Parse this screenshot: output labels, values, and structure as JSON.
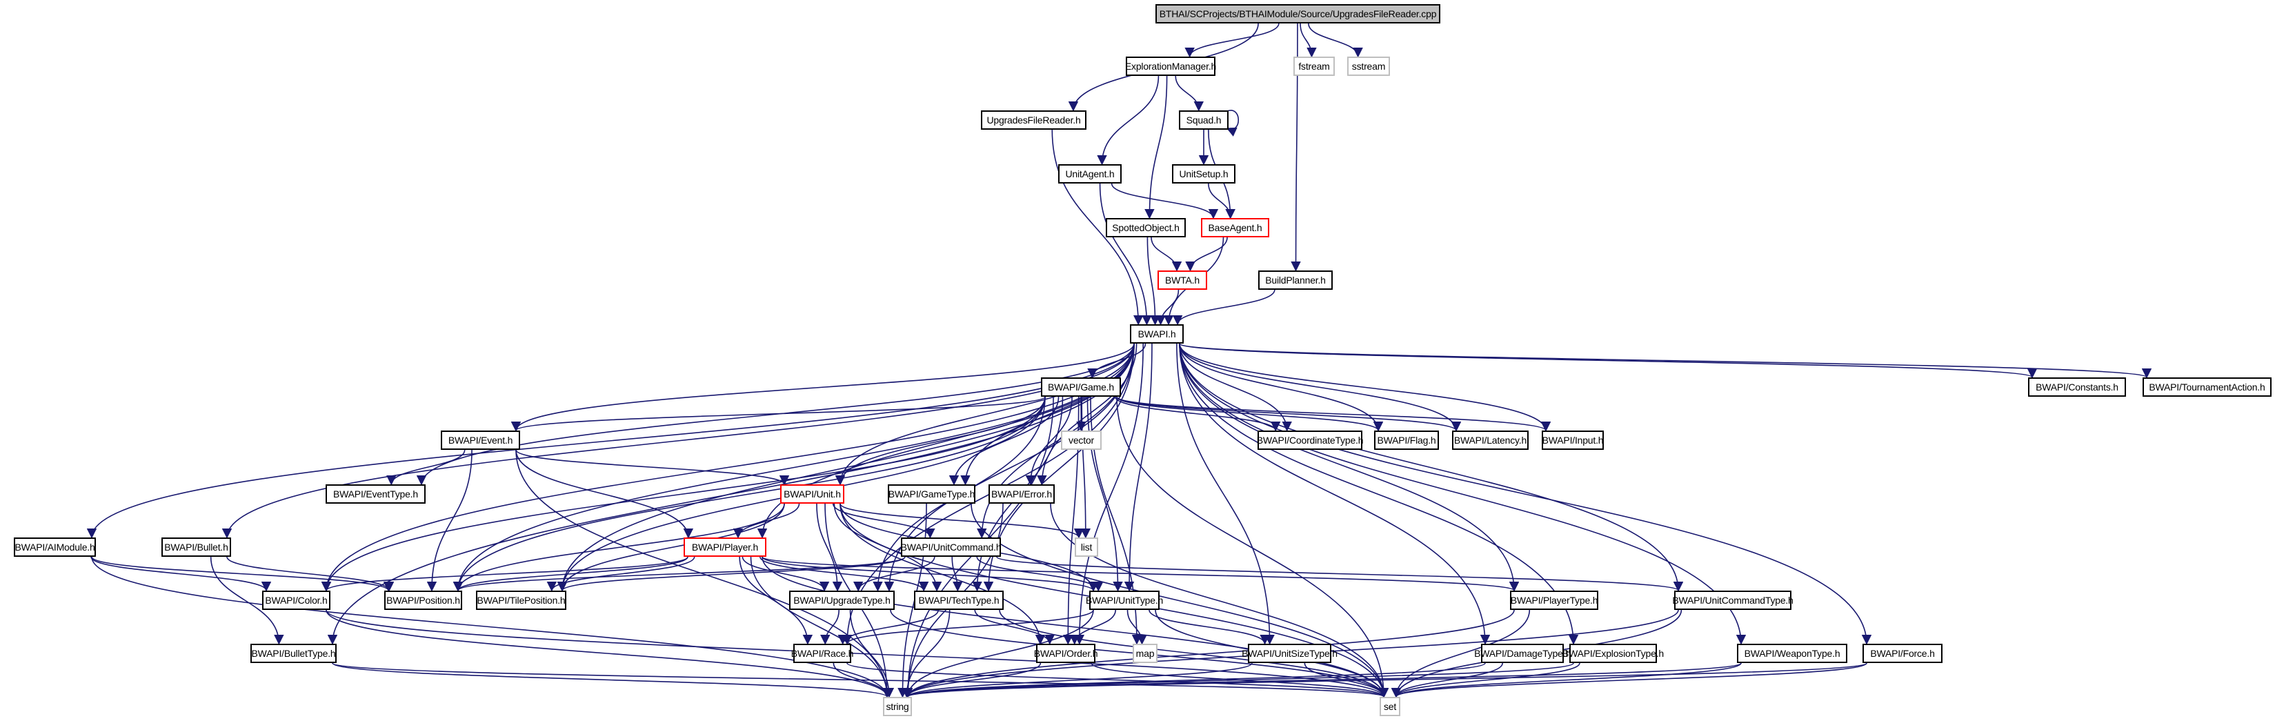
{
  "diagram": {
    "type": "include-dependency-graph",
    "edge_color": "#191970",
    "colors": {
      "root_fill": "#bfbfbf",
      "node_border": "#000000",
      "system_border": "#bfbfbf",
      "truncated_border": "#ff0000"
    },
    "nodes": {
      "root": "BTHAI/SCProjects/BTHAIModule/Source/UpgradesFileReader.cpp",
      "exploration_manager": "ExplorationManager.h",
      "fstream": "fstream",
      "sstream": "sstream",
      "upgrades_file_reader": "UpgradesFileReader.h",
      "squad": "Squad.h",
      "unit_agent": "UnitAgent.h",
      "unit_setup": "UnitSetup.h",
      "spotted_object": "SpottedObject.h",
      "base_agent": "BaseAgent.h",
      "bwta": "BWTA.h",
      "build_planner": "BuildPlanner.h",
      "bwapi": "BWAPI.h",
      "game": "BWAPI/Game.h",
      "vector": "vector",
      "coordinate_type": "BWAPI/CoordinateType.h",
      "flag": "BWAPI/Flag.h",
      "latency": "BWAPI/Latency.h",
      "input": "BWAPI/Input.h",
      "constants": "BWAPI/Constants.h",
      "tournament_action": "BWAPI/TournamentAction.h",
      "event": "BWAPI/Event.h",
      "event_type": "BWAPI/EventType.h",
      "unit": "BWAPI/Unit.h",
      "game_type": "BWAPI/GameType.h",
      "error": "BWAPI/Error.h",
      "list": "list",
      "unit_command": "BWAPI/UnitCommand.h",
      "ai_module": "BWAPI/AIModule.h",
      "bullet": "BWAPI/Bullet.h",
      "player": "BWAPI/Player.h",
      "color": "BWAPI/Color.h",
      "position": "BWAPI/Position.h",
      "tile_position": "BWAPI/TilePosition.h",
      "upgrade_type": "BWAPI/UpgradeType.h",
      "tech_type": "BWAPI/TechType.h",
      "unit_type": "BWAPI/UnitType.h",
      "player_type": "BWAPI/PlayerType.h",
      "unit_command_type": "BWAPI/UnitCommandType.h",
      "bullet_type": "BWAPI/BulletType.h",
      "race": "BWAPI/Race.h",
      "order": "BWAPI/Order.h",
      "map": "map",
      "unit_size_type": "BWAPI/UnitSizeType.h",
      "damage_type": "BWAPI/DamageType.h",
      "explosion_type": "BWAPI/ExplosionType.h",
      "weapon_type": "BWAPI/WeaponType.h",
      "force": "BWAPI/Force.h",
      "string": "string",
      "set": "set"
    },
    "edges": [
      [
        "root",
        "upgrades_file_reader"
      ],
      [
        "root",
        "exploration_manager"
      ],
      [
        "root",
        "build_planner"
      ],
      [
        "root",
        "fstream"
      ],
      [
        "root",
        "sstream"
      ],
      [
        "exploration_manager",
        "squad"
      ],
      [
        "exploration_manager",
        "unit_agent"
      ],
      [
        "exploration_manager",
        "spotted_object"
      ],
      [
        "squad",
        "squad"
      ],
      [
        "squad",
        "unit_setup"
      ],
      [
        "squad",
        "base_agent"
      ],
      [
        "unit_setup",
        "base_agent"
      ],
      [
        "unit_agent",
        "base_agent"
      ],
      [
        "unit_agent",
        "bwapi"
      ],
      [
        "spotted_object",
        "bwapi"
      ],
      [
        "spotted_object",
        "bwta"
      ],
      [
        "base_agent",
        "bwta"
      ],
      [
        "base_agent",
        "bwapi"
      ],
      [
        "bwta",
        "bwapi"
      ],
      [
        "upgrades_file_reader",
        "bwapi"
      ],
      [
        "build_planner",
        "bwapi"
      ],
      [
        "bwapi",
        "game"
      ],
      [
        "bwapi",
        "constants"
      ],
      [
        "bwapi",
        "tournament_action"
      ],
      [
        "bwapi",
        "event"
      ],
      [
        "bwapi",
        "event_type"
      ],
      [
        "bwapi",
        "unit"
      ],
      [
        "bwapi",
        "game_type"
      ],
      [
        "bwapi",
        "error"
      ],
      [
        "bwapi",
        "unit_command"
      ],
      [
        "bwapi",
        "ai_module"
      ],
      [
        "bwapi",
        "bullet"
      ],
      [
        "bwapi",
        "player"
      ],
      [
        "bwapi",
        "color"
      ],
      [
        "bwapi",
        "position"
      ],
      [
        "bwapi",
        "tile_position"
      ],
      [
        "bwapi",
        "upgrade_type"
      ],
      [
        "bwapi",
        "tech_type"
      ],
      [
        "bwapi",
        "unit_type"
      ],
      [
        "bwapi",
        "player_type"
      ],
      [
        "bwapi",
        "unit_command_type"
      ],
      [
        "bwapi",
        "bullet_type"
      ],
      [
        "bwapi",
        "race"
      ],
      [
        "bwapi",
        "order"
      ],
      [
        "bwapi",
        "unit_size_type"
      ],
      [
        "bwapi",
        "damage_type"
      ],
      [
        "bwapi",
        "explosion_type"
      ],
      [
        "bwapi",
        "weapon_type"
      ],
      [
        "bwapi",
        "force"
      ],
      [
        "bwapi",
        "coordinate_type"
      ],
      [
        "bwapi",
        "flag"
      ],
      [
        "bwapi",
        "latency"
      ],
      [
        "bwapi",
        "input"
      ],
      [
        "game",
        "vector"
      ],
      [
        "game",
        "coordinate_type"
      ],
      [
        "game",
        "flag"
      ],
      [
        "game",
        "latency"
      ],
      [
        "game",
        "input"
      ],
      [
        "game",
        "event"
      ],
      [
        "game",
        "unit"
      ],
      [
        "game",
        "game_type"
      ],
      [
        "game",
        "error"
      ],
      [
        "game",
        "list"
      ],
      [
        "game",
        "color"
      ],
      [
        "game",
        "position"
      ],
      [
        "game",
        "tile_position"
      ],
      [
        "game",
        "upgrade_type"
      ],
      [
        "game",
        "tech_type"
      ],
      [
        "game",
        "unit_type"
      ],
      [
        "game",
        "order"
      ],
      [
        "game",
        "string"
      ],
      [
        "game",
        "set"
      ],
      [
        "game",
        "map"
      ],
      [
        "event",
        "event_type"
      ],
      [
        "event",
        "unit"
      ],
      [
        "event",
        "player"
      ],
      [
        "event",
        "position"
      ],
      [
        "event",
        "string"
      ],
      [
        "unit",
        "list"
      ],
      [
        "unit",
        "unit_command"
      ],
      [
        "unit",
        "position"
      ],
      [
        "unit",
        "tile_position"
      ],
      [
        "unit",
        "upgrade_type"
      ],
      [
        "unit",
        "tech_type"
      ],
      [
        "unit",
        "unit_type"
      ],
      [
        "unit",
        "order"
      ],
      [
        "unit",
        "player"
      ],
      [
        "unit",
        "string"
      ],
      [
        "unit",
        "set"
      ],
      [
        "unit_command",
        "position"
      ],
      [
        "unit_command",
        "tile_position"
      ],
      [
        "unit_command",
        "upgrade_type"
      ],
      [
        "unit_command",
        "tech_type"
      ],
      [
        "unit_command",
        "unit_type"
      ],
      [
        "unit_command",
        "unit_command_type"
      ],
      [
        "player",
        "color"
      ],
      [
        "player",
        "position"
      ],
      [
        "player",
        "tile_position"
      ],
      [
        "player",
        "upgrade_type"
      ],
      [
        "player",
        "tech_type"
      ],
      [
        "player",
        "unit_type"
      ],
      [
        "player",
        "player_type"
      ],
      [
        "player",
        "race"
      ],
      [
        "player",
        "string"
      ],
      [
        "player",
        "set"
      ],
      [
        "ai_module",
        "color"
      ],
      [
        "ai_module",
        "position"
      ],
      [
        "ai_module",
        "string"
      ],
      [
        "bullet",
        "bullet_type"
      ],
      [
        "bullet",
        "position"
      ],
      [
        "color",
        "string"
      ],
      [
        "color",
        "set"
      ],
      [
        "upgrade_type",
        "race"
      ],
      [
        "upgrade_type",
        "string"
      ],
      [
        "upgrade_type",
        "set"
      ],
      [
        "tech_type",
        "race"
      ],
      [
        "tech_type",
        "order"
      ],
      [
        "tech_type",
        "string"
      ],
      [
        "tech_type",
        "set"
      ],
      [
        "unit_type",
        "race"
      ],
      [
        "unit_type",
        "unit_size_type"
      ],
      [
        "unit_type",
        "order"
      ],
      [
        "unit_type",
        "map"
      ],
      [
        "unit_type",
        "string"
      ],
      [
        "unit_type",
        "set"
      ],
      [
        "player_type",
        "string"
      ],
      [
        "player_type",
        "set"
      ],
      [
        "unit_command_type",
        "string"
      ],
      [
        "unit_command_type",
        "set"
      ],
      [
        "bullet_type",
        "string"
      ],
      [
        "bullet_type",
        "set"
      ],
      [
        "race",
        "string"
      ],
      [
        "race",
        "set"
      ],
      [
        "order",
        "string"
      ],
      [
        "order",
        "set"
      ],
      [
        "unit_size_type",
        "string"
      ],
      [
        "unit_size_type",
        "set"
      ],
      [
        "damage_type",
        "string"
      ],
      [
        "damage_type",
        "set"
      ],
      [
        "explosion_type",
        "string"
      ],
      [
        "explosion_type",
        "set"
      ],
      [
        "weapon_type",
        "string"
      ],
      [
        "weapon_type",
        "set"
      ],
      [
        "force",
        "string"
      ],
      [
        "force",
        "set"
      ],
      [
        "game_type",
        "string"
      ],
      [
        "game_type",
        "set"
      ],
      [
        "error",
        "string"
      ],
      [
        "error",
        "set"
      ]
    ]
  }
}
